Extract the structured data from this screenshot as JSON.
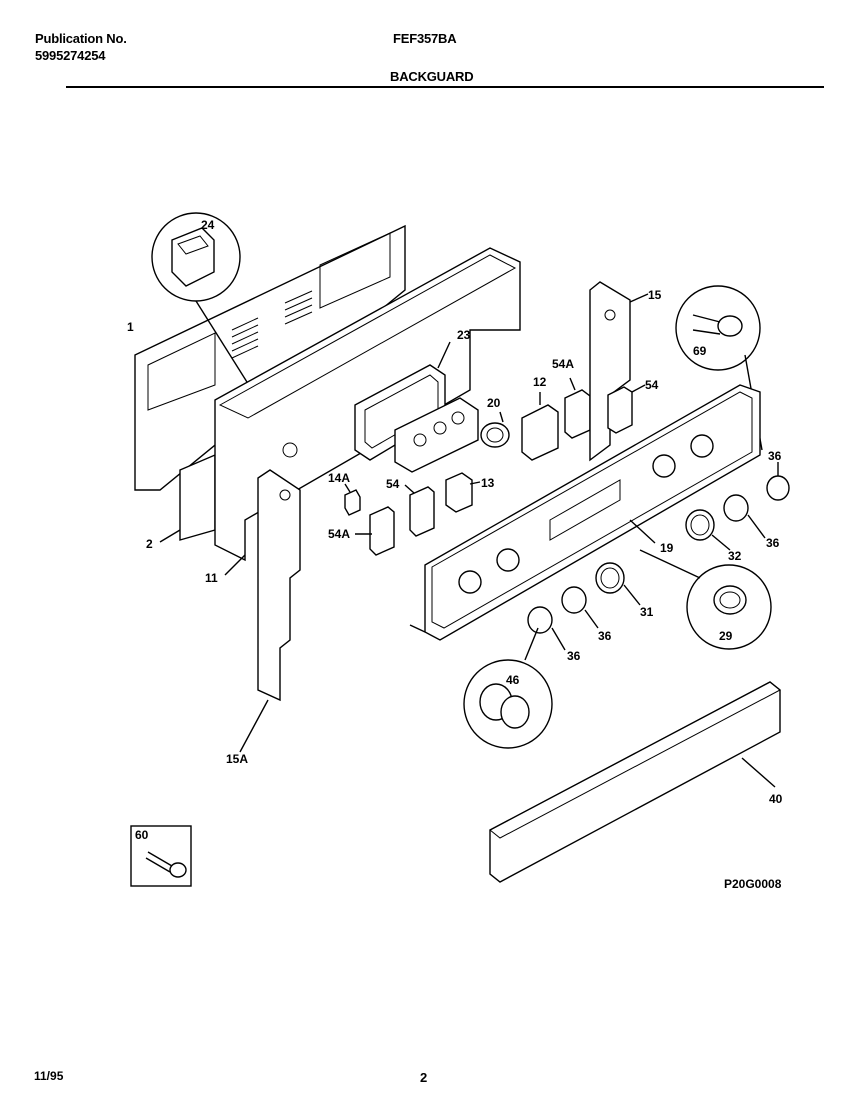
{
  "header": {
    "publication_label": "Publication No.",
    "publication_number": "5995274254",
    "model": "FEF357BA",
    "section": "BACKGUARD"
  },
  "footer": {
    "date": "11/95",
    "page": "2"
  },
  "diagram_code": "P20G0008",
  "callouts": {
    "c1": "1",
    "c2": "2",
    "c11": "11",
    "c12": "12",
    "c13": "13",
    "c14A": "14A",
    "c15": "15",
    "c15A": "15A",
    "c19": "19",
    "c20": "20",
    "c23": "23",
    "c24": "24",
    "c29": "29",
    "c31": "31",
    "c32": "32",
    "c36a": "36",
    "c36b": "36",
    "c36c": "36",
    "c36d": "36",
    "c40": "40",
    "c46": "46",
    "c54a": "54",
    "c54b": "54",
    "c54Aa": "54A",
    "c54Ab": "54A",
    "c60": "60",
    "c69": "69"
  }
}
